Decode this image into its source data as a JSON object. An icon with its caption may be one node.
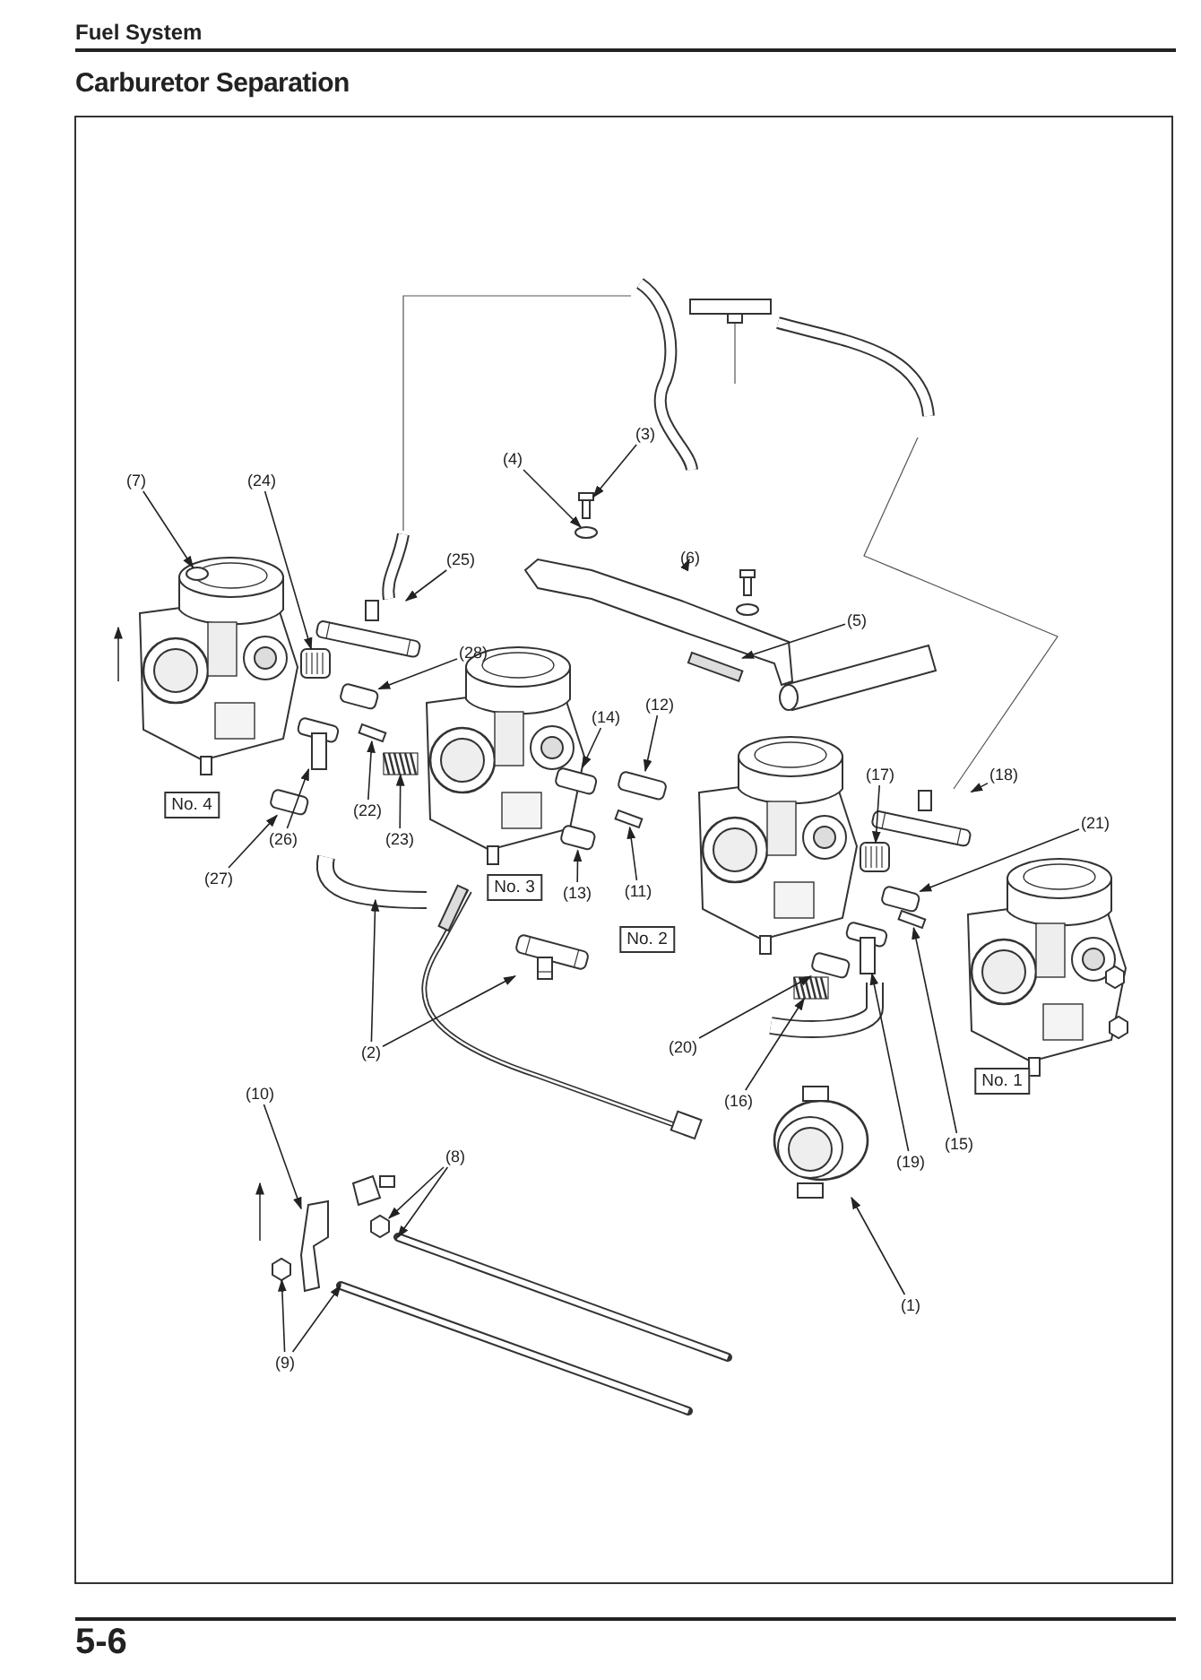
{
  "diagram": {
    "title": "Carburetor Separation",
    "nodes": [
      {
        "text": [
          "(3)"
        ]
      },
      {
        "text": [
          "(4)"
        ]
      },
      {
        "text": [
          "(24)"
        ]
      },
      {
        "text": [
          "(7)"
        ]
      },
      {
        "text": [
          "(6)"
        ]
      },
      {
        "text": [
          "(25)"
        ]
      },
      {
        "text": [
          "(5)"
        ]
      },
      {
        "text": [
          "(28)"
        ]
      },
      {
        "text": [
          "(12)"
        ]
      },
      {
        "text": [
          "(14)"
        ]
      },
      {
        "text": [
          "(17)"
        ]
      },
      {
        "text": [
          "(18)"
        ]
      },
      {
        "text": [
          "No. 4"
        ]
      },
      {
        "text": [
          "(21)"
        ]
      },
      {
        "text": [
          "(22)"
        ]
      },
      {
        "text": [
          "(26)"
        ]
      },
      {
        "text": [
          "(23)"
        ]
      },
      {
        "text": [
          "(27)"
        ]
      },
      {
        "text": [
          "(11)"
        ]
      },
      {
        "text": [
          "(13)"
        ]
      },
      {
        "text": [
          "No. 3"
        ]
      },
      {
        "text": [
          "No. 2"
        ]
      },
      {
        "text": [
          "(20)"
        ]
      },
      {
        "text": [
          "(2)"
        ]
      },
      {
        "text": [
          "No. 1"
        ]
      },
      {
        "text": [
          "(10)"
        ]
      },
      {
        "text": [
          "(16)"
        ]
      },
      {
        "text": [
          "(15)"
        ]
      },
      {
        "text": [
          "(8)"
        ]
      },
      {
        "text": [
          "(19)"
        ]
      },
      {
        "text": [
          "(1)"
        ]
      },
      {
        "text": [
          "(9)"
        ]
      },
      {
        "text": [],
        "shape": "picture"
      },
      {
        "text": [],
        "shape": "circle"
      },
      {
        "text": [],
        "shape": "picture"
      },
      {
        "text": [],
        "shape": "circle"
      },
      {
        "text": [],
        "shape": "picture"
      },
      {
        "text": [],
        "shape": "picture"
      },
      {
        "text": [],
        "shape": "box"
      },
      {
        "text": [],
        "shape": "box"
      },
      {
        "text": [],
        "shape": "box"
      },
      {
        "text": [],
        "shape": "box"
      },
      {
        "text": [],
        "shape": "picture"
      },
      {
        "text": [],
        "shape": "picture"
      },
      {
        "text": [],
        "shape": "box"
      },
      {
        "text": [],
        "shape": "box"
      },
      {
        "text": [],
        "shape": "picture"
      },
      {
        "text": [],
        "shape": "picture"
      },
      {
        "text": [],
        "shape": "box"
      },
      {
        "text": [],
        "shape": "box"
      },
      {
        "text": [],
        "shape": "box"
      },
      {
        "text": [],
        "shape": "box"
      },
      {
        "text": [],
        "shape": "picture"
      },
      {
        "text": [],
        "shape": "picture"
      },
      {
        "text": [],
        "shape": "picture"
      },
      {
        "text": [],
        "shape": "picture"
      },
      {
        "text": [],
        "shape": "box"
      },
      {
        "text": [],
        "shape": "hexagon"
      },
      {
        "text": [],
        "shape": "picture"
      },
      {
        "text": [],
        "shape": "picture"
      },
      {
        "text": [],
        "shape": "picture"
      },
      {
        "text": [],
        "shape": "hexagon"
      },
      {
        "text": [],
        "shape": "picture"
      }
    ],
    "edges": [
      {
        "from": 0,
        "to": 32,
        "arrow": "to"
      },
      {
        "from": 1,
        "to": 33,
        "arrow": "to"
      },
      {
        "from": 2,
        "to": 34,
        "arrow": "to"
      },
      {
        "from": 3,
        "to": 35,
        "arrow": "to"
      },
      {
        "from": 4,
        "to": 36,
        "arrow": "to"
      },
      {
        "from": 5,
        "to": 37,
        "arrow": "to"
      },
      {
        "from": 6,
        "to": 38,
        "arrow": "to"
      },
      {
        "from": 7,
        "to": 39,
        "arrow": "to"
      },
      {
        "from": 8,
        "to": 40,
        "arrow": "to"
      },
      {
        "from": 9,
        "to": 41,
        "arrow": "to"
      },
      {
        "from": 10,
        "to": 42,
        "arrow": "to"
      },
      {
        "from": 11,
        "to": 43,
        "arrow": "to"
      },
      {
        "from": 13,
        "to": 44,
        "arrow": "to"
      },
      {
        "from": 14,
        "to": 45,
        "arrow": "to"
      },
      {
        "from": 15,
        "to": 46,
        "arrow": "to"
      },
      {
        "from": 16,
        "to": 47,
        "arrow": "to"
      },
      {
        "from": 17,
        "to": 48,
        "arrow": "to"
      },
      {
        "from": 18,
        "to": 49,
        "arrow": "to"
      },
      {
        "from": 19,
        "to": 50,
        "arrow": "to"
      },
      {
        "from": 22,
        "to": 51,
        "arrow": "to"
      },
      {
        "from": 23,
        "to": 52,
        "arrow": "to"
      },
      {
        "from": 23,
        "to": 53,
        "arrow": "to"
      },
      {
        "from": 25,
        "to": 54,
        "arrow": "to"
      },
      {
        "from": 26,
        "to": 55,
        "arrow": "to"
      },
      {
        "from": 27,
        "to": 56,
        "arrow": "to"
      },
      {
        "from": 28,
        "to": 57,
        "arrow": "to"
      },
      {
        "from": 28,
        "to": 58,
        "arrow": "to"
      },
      {
        "from": 29,
        "to": 59,
        "arrow": "to"
      },
      {
        "from": 30,
        "to": 60,
        "arrow": "to"
      },
      {
        "from": 31,
        "to": 61,
        "arrow": "to"
      },
      {
        "from": 31,
        "to": 62,
        "arrow": "to"
      }
    ],
    "labels": [
      "Fuel System",
      "5-6"
    ]
  }
}
